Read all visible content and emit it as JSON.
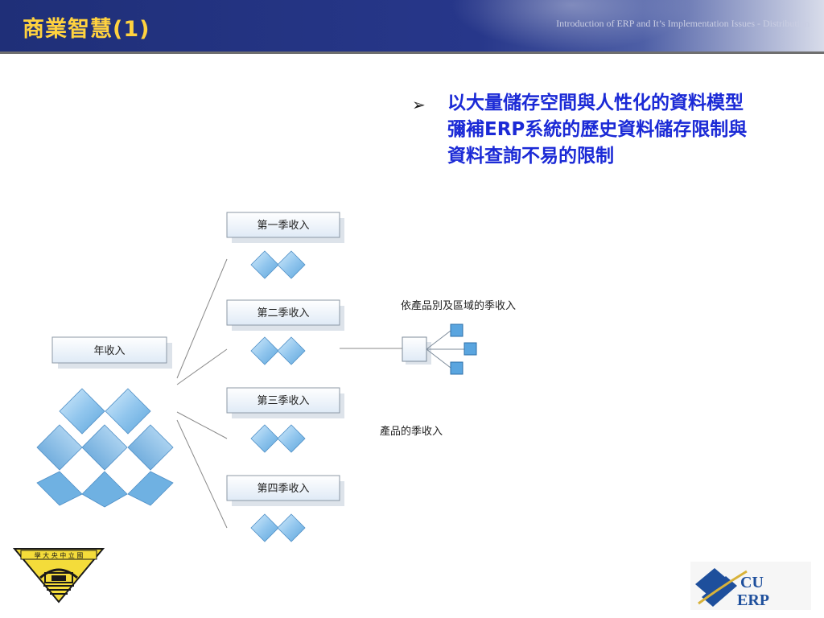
{
  "slide": {
    "title": "商業智慧(1)",
    "subtitle": "Introduction of ERP and It’s Implementation Issues - Distribution",
    "bullet": "以大量儲存空間與人性化的資料模型彌補ERP系統的歷史資料儲存限制與資料查詢不易的限制"
  },
  "diagram": {
    "annual": "年收入",
    "quarters": [
      "第一季收入",
      "第二季收入",
      "第三季收入",
      "第四季收入"
    ],
    "by_product_region": "依產品別及區域的季收入",
    "by_product": "產品的季收入"
  },
  "logos": {
    "left_seal_text": "國立中央大學",
    "right_text": "NCU ERP"
  },
  "colors": {
    "header_bg": "#1f2f78",
    "title": "#ffd23f",
    "bullet": "#1b2ad6",
    "cube": "#8ec1ea"
  }
}
